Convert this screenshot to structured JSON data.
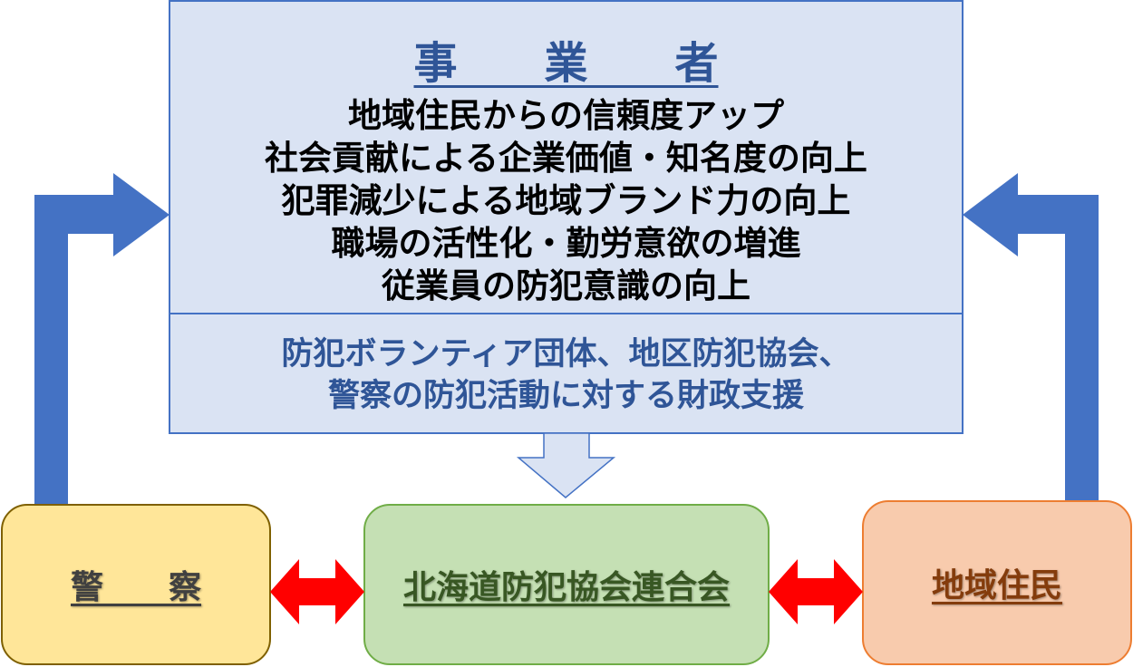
{
  "business": {
    "title": "事　　業　　者",
    "benefits": [
      "地域住民からの信頼度アップ",
      "社会貢献による企業価値・知名度の向上",
      "犯罪減少による地域ブランド力の向上",
      "職場の活性化・勤労意欲の増進",
      "従業員の防犯意識の向上"
    ],
    "support": [
      "防犯ボランティア団体、地区防犯協会、",
      "警察の防犯活動に対する財政支援"
    ]
  },
  "nodes": {
    "police": "警　　察",
    "federation": "北海道防犯協会連合会",
    "residents": "地域住民"
  },
  "colors": {
    "business_fill": "#dae3f3",
    "business_border": "#4472c4",
    "arrow_blue": "#4472c4",
    "arrow_red": "#ff0000",
    "police_fill": "#ffe699",
    "federation_fill": "#c5e0b4",
    "residents_fill": "#f8cbad"
  }
}
